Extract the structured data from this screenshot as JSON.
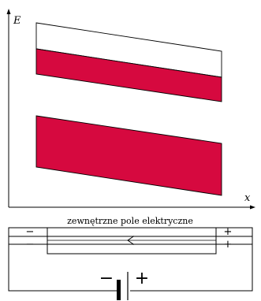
{
  "axes": {
    "y_label": "E",
    "x_label": "x"
  },
  "bands": [
    {
      "name": "upper-empty-band",
      "filled": false
    },
    {
      "name": "upper-filled-band",
      "filled": true
    },
    {
      "name": "lower-filled-band",
      "filled": true
    }
  ],
  "circuit": {
    "field_caption": "zewnętrzne pole elektryczne",
    "left_top_sign": "−",
    "left_bottom_sign": "−",
    "right_top_sign": "+",
    "right_bottom_sign": "+",
    "battery_minus": "−",
    "battery_plus": "+",
    "field_arrow_glyph": "<"
  },
  "colors": {
    "band_fill": "#d6093f",
    "band_stroke": "#000000",
    "empty_band_fill": "#ffffff",
    "line": "#000000",
    "background": "#ffffff"
  }
}
